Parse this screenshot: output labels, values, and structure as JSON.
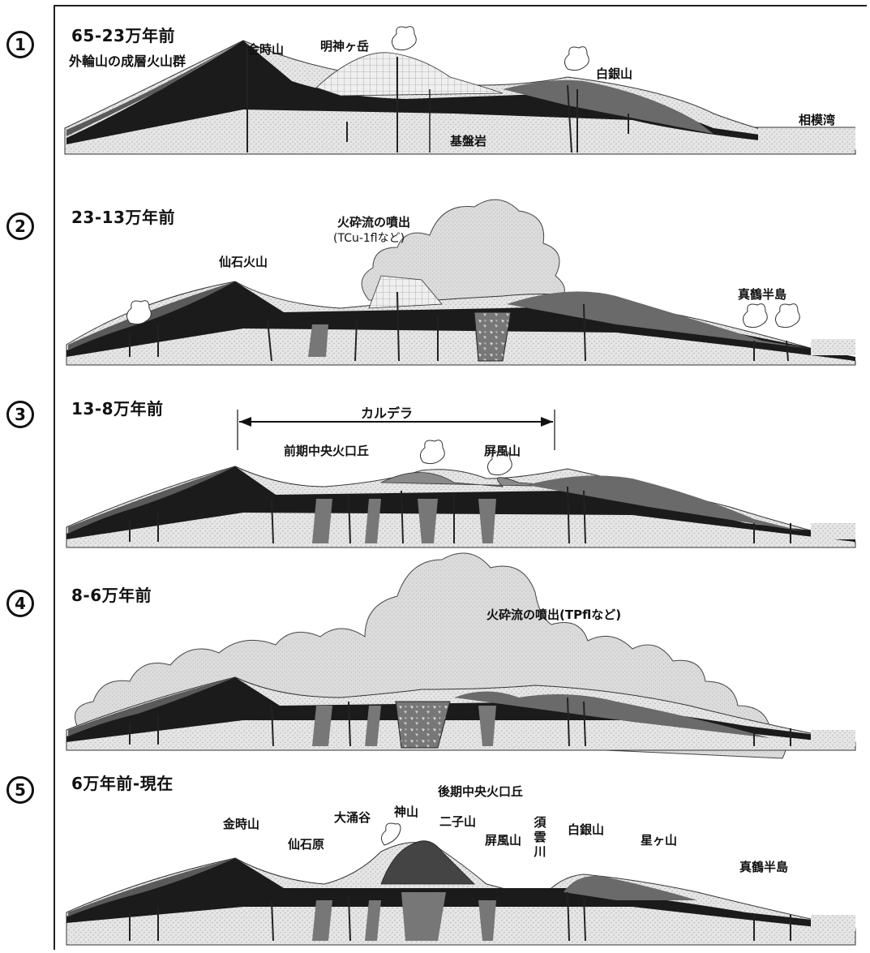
{
  "stages": [
    {
      "number": "1",
      "title": "65-23万年前",
      "labels": {
        "outer_rim": "外輪山の成層火山群",
        "kintoki": "金時山",
        "myojin": "明神ヶ岳",
        "shirogane": "白銀山",
        "sagami_bay": "相模湾",
        "basement": "基盤岩"
      }
    },
    {
      "number": "2",
      "title": "23-13万年前",
      "labels": {
        "pyroclastic": "火砕流の噴出",
        "pyroclastic_note": "(TCu-1flなど)",
        "sengoku_volcano": "仙石火山",
        "manazuru": "真鶴半島"
      }
    },
    {
      "number": "3",
      "title": "13-8万年前",
      "labels": {
        "caldera": "カルデラ",
        "early_cone": "前期中央火口丘",
        "byobu": "屏風山"
      }
    },
    {
      "number": "4",
      "title": "8-6万年前",
      "labels": {
        "pyroclastic": "火砕流の噴出(TPflなど)"
      }
    },
    {
      "number": "5",
      "title": "6万年前-現在",
      "labels": {
        "late_cone": "後期中央火口丘",
        "kintoki": "金時山",
        "sengokuhara": "仙石原",
        "owakudani": "大涌谷",
        "kamiyama": "神山",
        "futagoyama": "二子山",
        "byobu": "屏風山",
        "sukumo": "須雲川",
        "shirogane": "白銀山",
        "hoshigayama": "星ヶ山",
        "manazuru": "真鶴半島"
      }
    }
  ]
}
